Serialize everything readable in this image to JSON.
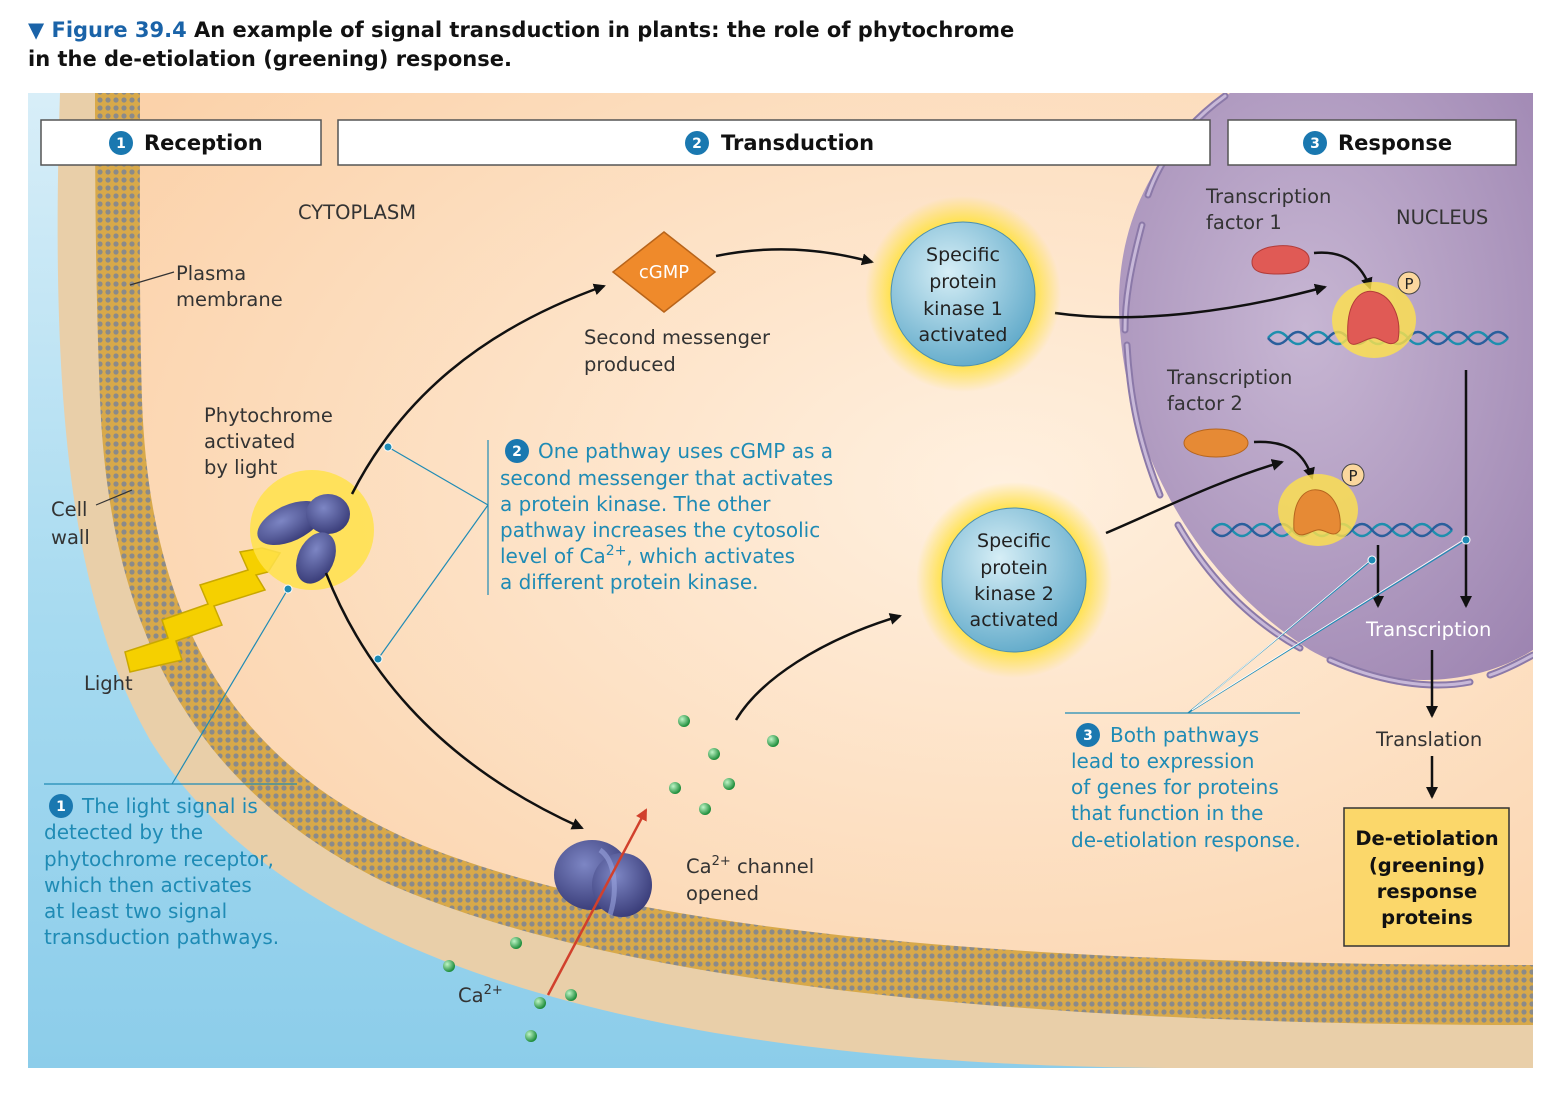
{
  "figure": {
    "number": "Figure 39.4",
    "title_line1": "An example of signal transduction in plants: the role of phytochrome",
    "title_line2": "in the de-etiolation (greening) response."
  },
  "headers": {
    "reception": {
      "num": "1",
      "label": "Reception"
    },
    "transduction": {
      "num": "2",
      "label": "Transduction"
    },
    "response": {
      "num": "3",
      "label": "Response"
    }
  },
  "labels": {
    "cytoplasm": "CYTOPLASM",
    "nucleus": "NUCLEUS",
    "plasma_membrane": [
      "Plasma",
      "membrane"
    ],
    "cell_wall": [
      "Cell",
      "wall"
    ],
    "light": "Light",
    "phytochrome": [
      "Phytochrome",
      "activated",
      "by light"
    ],
    "cgmp": "cGMP",
    "second_messenger": [
      "Second messenger",
      "produced"
    ],
    "kinase1": [
      "Specific",
      "protein",
      "kinase 1",
      "activated"
    ],
    "kinase2": [
      "Specific",
      "protein",
      "kinase 2",
      "activated"
    ],
    "tf1": [
      "Transcription",
      "factor 1"
    ],
    "tf2": [
      "Transcription",
      "factor 2"
    ],
    "phosphate": "P",
    "transcription": "Transcription",
    "translation": "Translation",
    "ca_channel_base": "Ca",
    "ca_channel_sup": "2+",
    "ca_channel_rest": " channel",
    "ca_channel_line2": "opened",
    "ca_ion_base": "Ca",
    "ca_ion_sup": "2+",
    "result": [
      "De-etiolation",
      "(greening)",
      "response",
      "proteins"
    ]
  },
  "notes": {
    "note1": {
      "num": "1",
      "lines": [
        "The light signal is",
        "detected by the",
        "phytochrome receptor,",
        "which then activates",
        "at least two signal",
        "transduction pathways."
      ]
    },
    "note2": {
      "num": "2",
      "line1": "One pathway uses cGMP as a",
      "line2": "second messenger that activates",
      "line3": "a protein kinase. The other",
      "line4": "pathway increases the cytosolic",
      "line5_pre": "level of Ca",
      "line5_sup": "2+",
      "line5_post": ", which activates",
      "line6": "a different protein kinase."
    },
    "note3": {
      "num": "3",
      "lines": [
        "Both pathways",
        "lead to expression",
        "of genes for proteins",
        "that function in the",
        "de-etiolation response."
      ]
    }
  },
  "colors": {
    "note_text": "#1f8bb5",
    "badge": "#1a78b0",
    "cytoplasm": "#fde2c6",
    "nucleus": "#a890b8",
    "outside": "#8fd0ea",
    "membrane": "#d4a93a",
    "cell_wall": "#e9cfa9",
    "cgmp": "#ef8a2b",
    "kinase": "#7fbfd8",
    "result_box": "#fbd76a",
    "arrow_red": "#d1402c",
    "ca_ion": "#2ca04a"
  }
}
